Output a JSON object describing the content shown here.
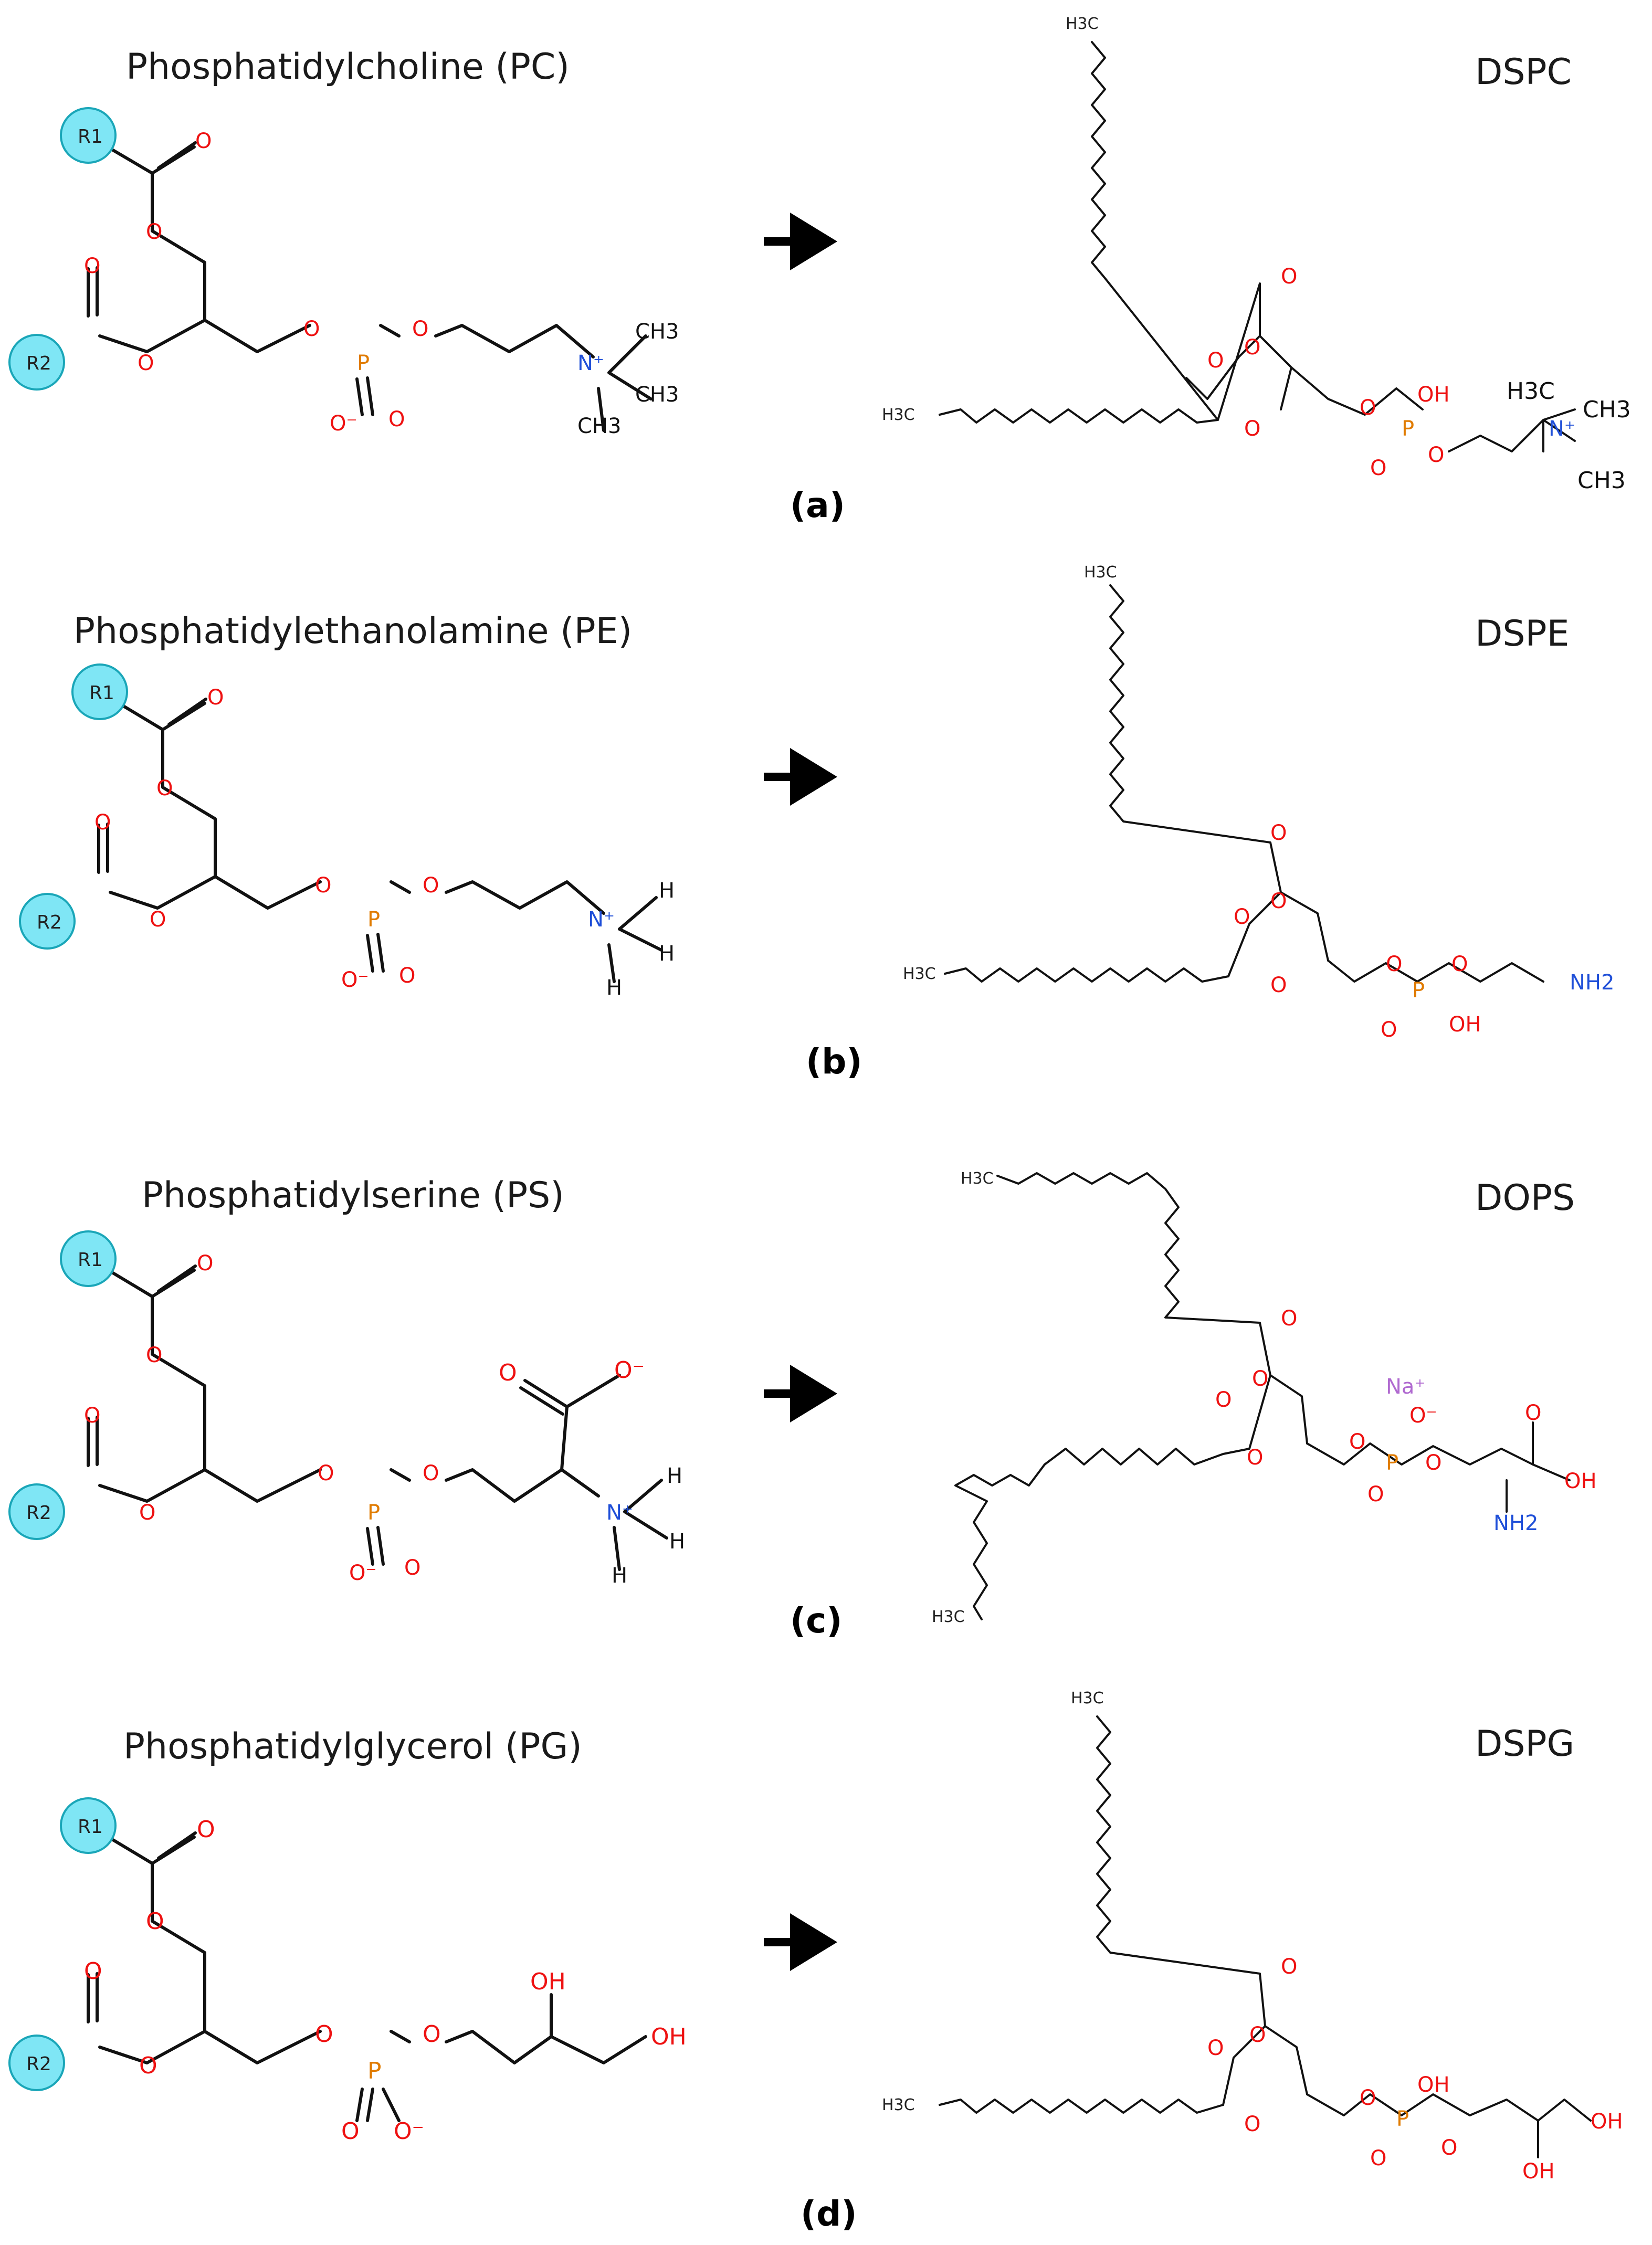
{
  "colors": {
    "oxygen": "#ee1111",
    "phosphorus": "#e07b00",
    "nitrogen": "#1f4fd8",
    "sodium": "#b06ad0",
    "r_group_fill": "#7fe6f5",
    "bond": "#111111"
  },
  "panels": [
    {
      "id": "a",
      "general_title": "Phosphatidylcholine (PC)",
      "specific_title": "DSPC",
      "label": "(a)",
      "r_groups": [
        "R1",
        "R2"
      ],
      "headgroup_labels": [
        "O",
        "O",
        "O",
        "O",
        "P",
        "O⁻",
        "O",
        "O",
        "N⁺",
        "CH3",
        "CH3",
        "CH3"
      ],
      "specific_labels": [
        "H3C",
        "O",
        "O",
        "O",
        "H3C",
        "O",
        "O",
        "OH",
        "P",
        "O",
        "O",
        "H3C",
        "N⁺",
        "CH3",
        "CH3"
      ]
    },
    {
      "id": "b",
      "general_title": "Phosphatidylethanolamine (PE)",
      "specific_title": "DSPE",
      "label": "(b)",
      "r_groups": [
        "R1",
        "R2"
      ],
      "headgroup_labels": [
        "O",
        "O",
        "O",
        "O",
        "P",
        "O⁻",
        "O",
        "O",
        "N⁺",
        "H",
        "H",
        "H"
      ],
      "specific_labels": [
        "H3C",
        "O",
        "O",
        "O",
        "H3C",
        "O",
        "O",
        "P",
        "O",
        "O",
        "OH",
        "NH2"
      ]
    },
    {
      "id": "c",
      "general_title": "Phosphatidylserine (PS)",
      "specific_title": "DOPS",
      "label": "(c)",
      "r_groups": [
        "R1",
        "R2"
      ],
      "headgroup_labels": [
        "O",
        "O",
        "O",
        "O",
        "P",
        "O⁻",
        "O",
        "O",
        "O",
        "O⁻",
        "N⁺",
        "H",
        "H",
        "H"
      ],
      "specific_labels": [
        "H3C",
        "O",
        "O",
        "O",
        "O",
        "Na⁺",
        "O⁻",
        "O",
        "P",
        "O",
        "O",
        "O",
        "OH",
        "NH2",
        "H3C"
      ]
    },
    {
      "id": "d",
      "general_title": "Phosphatidylglycerol (PG)",
      "specific_title": "DSPG",
      "label": "(d)",
      "r_groups": [
        "R1",
        "R2"
      ],
      "headgroup_labels": [
        "O",
        "O",
        "O",
        "O",
        "P",
        "O",
        "O⁻",
        "O",
        "OH",
        "OH"
      ],
      "specific_labels": [
        "H3C",
        "O",
        "O",
        "O",
        "H3C",
        "O",
        "O",
        "OH",
        "P",
        "O",
        "O",
        "OH",
        "OH"
      ]
    }
  ]
}
